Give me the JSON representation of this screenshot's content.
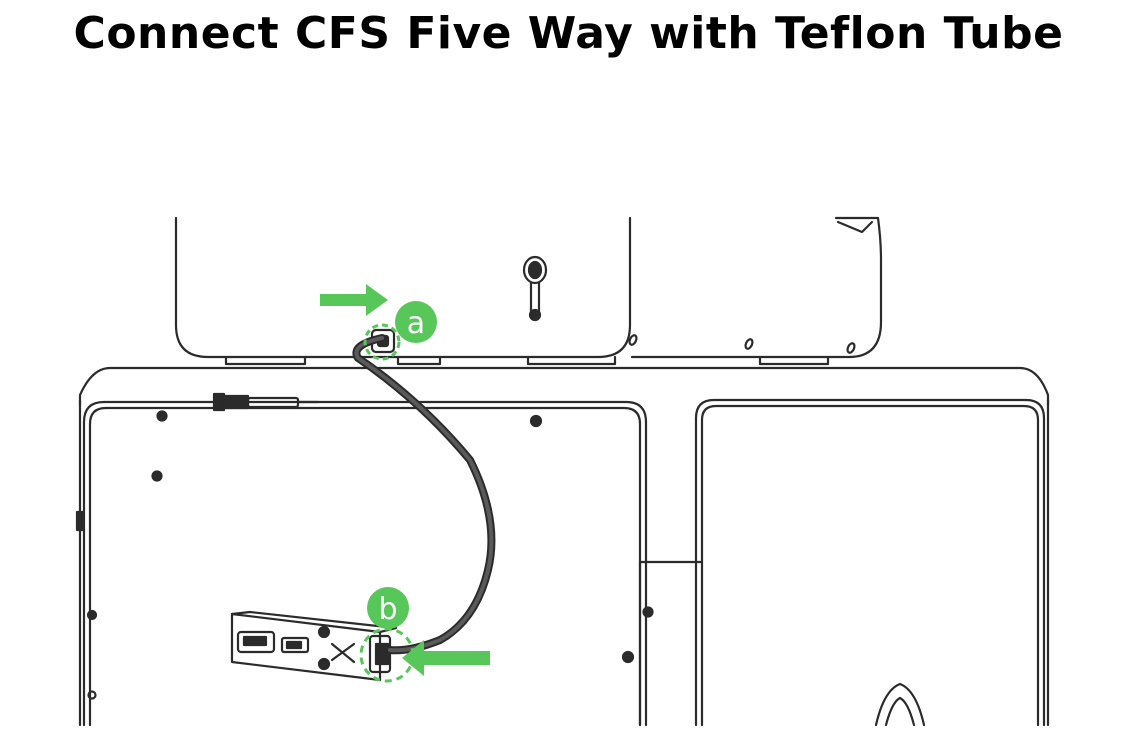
{
  "title": "Connect CFS Five Way with Teflon Tube",
  "callouts": {
    "a": "a",
    "b": "b"
  },
  "colors": {
    "accent_green": "#58c75a",
    "line": "#2b2b2b",
    "tube": "#4a4a4a"
  },
  "icons": [
    "arrow-right-icon",
    "callout-a-icon",
    "callout-b-icon"
  ]
}
